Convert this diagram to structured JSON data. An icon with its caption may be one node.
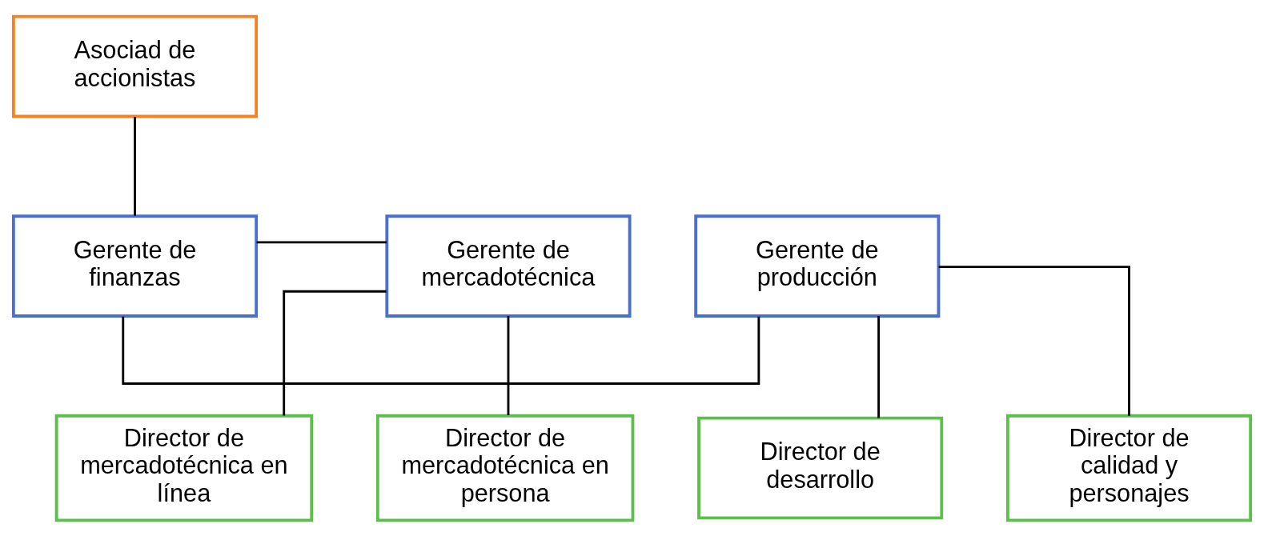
{
  "diagram": {
    "nodes": [
      {
        "text": [
          "Asociad de accionistas"
        ]
      },
      {
        "text": [
          "Gerente de producción"
        ]
      },
      {
        "text": [
          "Gerente de finanzas"
        ]
      },
      {
        "text": [
          "Gerente de mercadotécnica"
        ]
      },
      {
        "text": [
          "Director de desarrollo"
        ]
      },
      {
        "text": [
          "Director de calidad y personajes"
        ]
      },
      {
        "text": [
          "Director de mercadotécnica en línea"
        ]
      },
      {
        "text": [
          "Director de mercadotécnica en persona"
        ]
      }
    ],
    "edges": [
      {
        "from": 0,
        "to": 2,
        "arrow": "none"
      },
      {
        "from": 2,
        "to": 1,
        "arrow": "none"
      },
      {
        "from": 2,
        "to": 3,
        "arrow": "none"
      },
      {
        "from": 1,
        "to": 4,
        "arrow": "none"
      },
      {
        "from": 1,
        "to": 5,
        "arrow": "none"
      },
      {
        "from": 3,
        "to": 6,
        "arrow": "none"
      },
      {
        "from": 3,
        "to": 7,
        "arrow": "none"
      }
    ]
  }
}
